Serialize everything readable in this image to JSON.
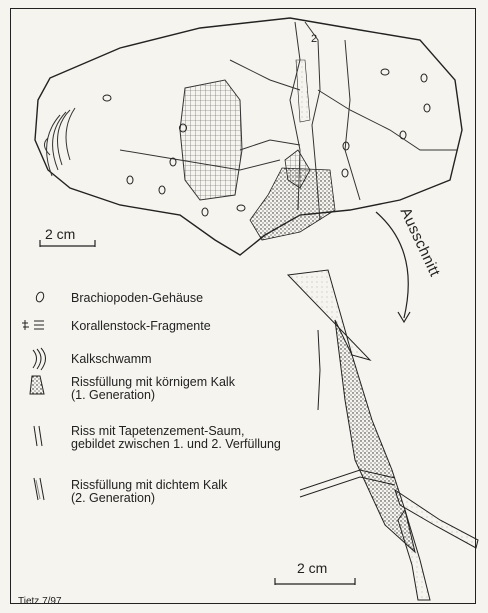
{
  "figure": {
    "scale_top": "2 cm",
    "scale_bottom": "2 cm",
    "ausschnitt": "Ausschnitt",
    "signature": "Tietz 7/97",
    "clast_number": "2",
    "legend": [
      {
        "icon": "brachiopod-icon",
        "lines": [
          "Brachiopoden-Gehäuse"
        ]
      },
      {
        "icon": "coral-fragment-icon",
        "lines": [
          "Korallenstock-Fragmente"
        ]
      },
      {
        "icon": "sponge-icon",
        "lines": [
          "Kalkschwamm"
        ]
      },
      {
        "icon": "granular-fill-icon",
        "lines": [
          "Rissfüllung mit körnigem Kalk",
          "(1. Generation)"
        ]
      },
      {
        "icon": "crack-seam-icon",
        "lines": [
          "Riss mit Tapetenzement-Saum,",
          "gebildet zwischen 1. und 2. Verfüllung"
        ]
      },
      {
        "icon": "dense-fill-icon",
        "lines": [
          "Rissfüllung  mit dichtem Kalk",
          "(2. Generation)"
        ]
      }
    ]
  },
  "colors": {
    "ink": "#222222",
    "paper": "#f6f4ee"
  }
}
